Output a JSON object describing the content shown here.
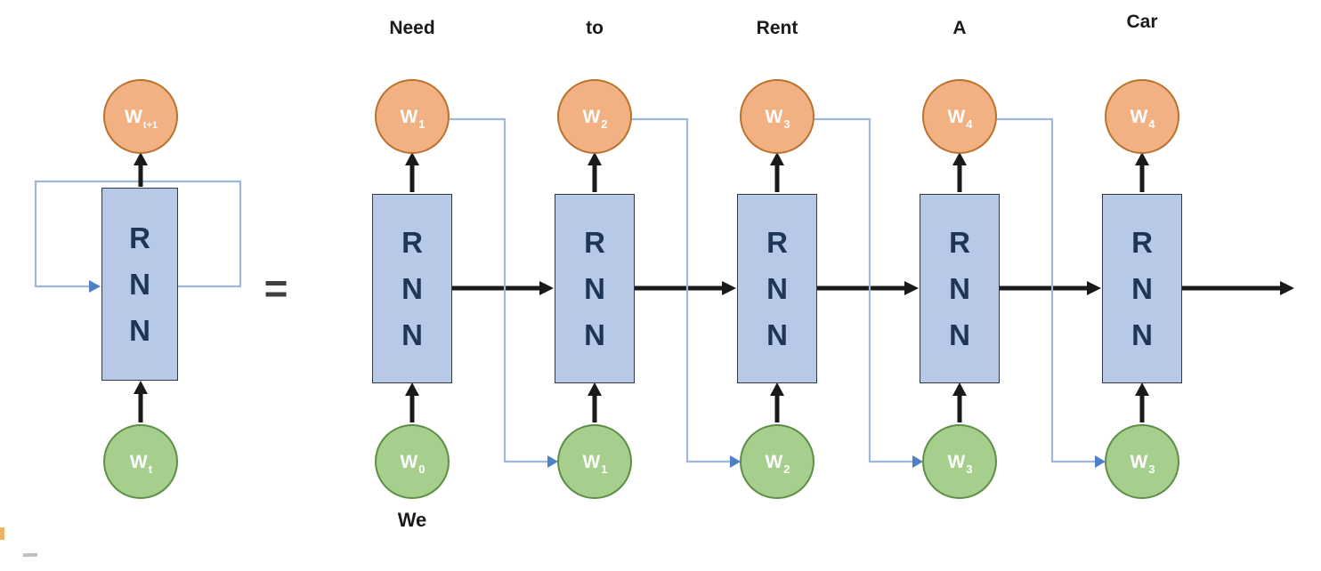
{
  "figure_left": {
    "output_label": {
      "base": "W",
      "sub": "t+1"
    },
    "input_label": {
      "base": "W",
      "sub": "t"
    },
    "block_letters": [
      "R",
      "N",
      "N"
    ]
  },
  "equals_sign": "=",
  "columns": [
    {
      "word": "Need",
      "output": {
        "base": "W",
        "sub": "1"
      },
      "input": {
        "base": "W",
        "sub": "0"
      },
      "below_word": "We"
    },
    {
      "word": "to",
      "output": {
        "base": "W",
        "sub": "2"
      },
      "input": {
        "base": "W",
        "sub": "1"
      }
    },
    {
      "word": "Rent",
      "output": {
        "base": "W",
        "sub": "3"
      },
      "input": {
        "base": "W",
        "sub": "2"
      }
    },
    {
      "word": "A",
      "output": {
        "base": "W",
        "sub": "4"
      },
      "input": {
        "base": "W",
        "sub": "3"
      }
    },
    {
      "word": "Car",
      "output": {
        "base": "W",
        "sub": "4"
      },
      "input": {
        "base": "W",
        "sub": "3"
      }
    }
  ],
  "colors": {
    "output_node_fill": "#F2B183",
    "output_node_border": "#B9732F",
    "input_node_fill": "#A6CE8C",
    "input_node_border": "#5E8F46",
    "block_fill": "#B8C9E8",
    "block_border": "#2F3A4D",
    "block_text": "#1F3557",
    "arrow_black": "#1A1A1A",
    "connector_blue": "#9DB8D9",
    "connector_arrowhead": "#4F7FC9"
  }
}
